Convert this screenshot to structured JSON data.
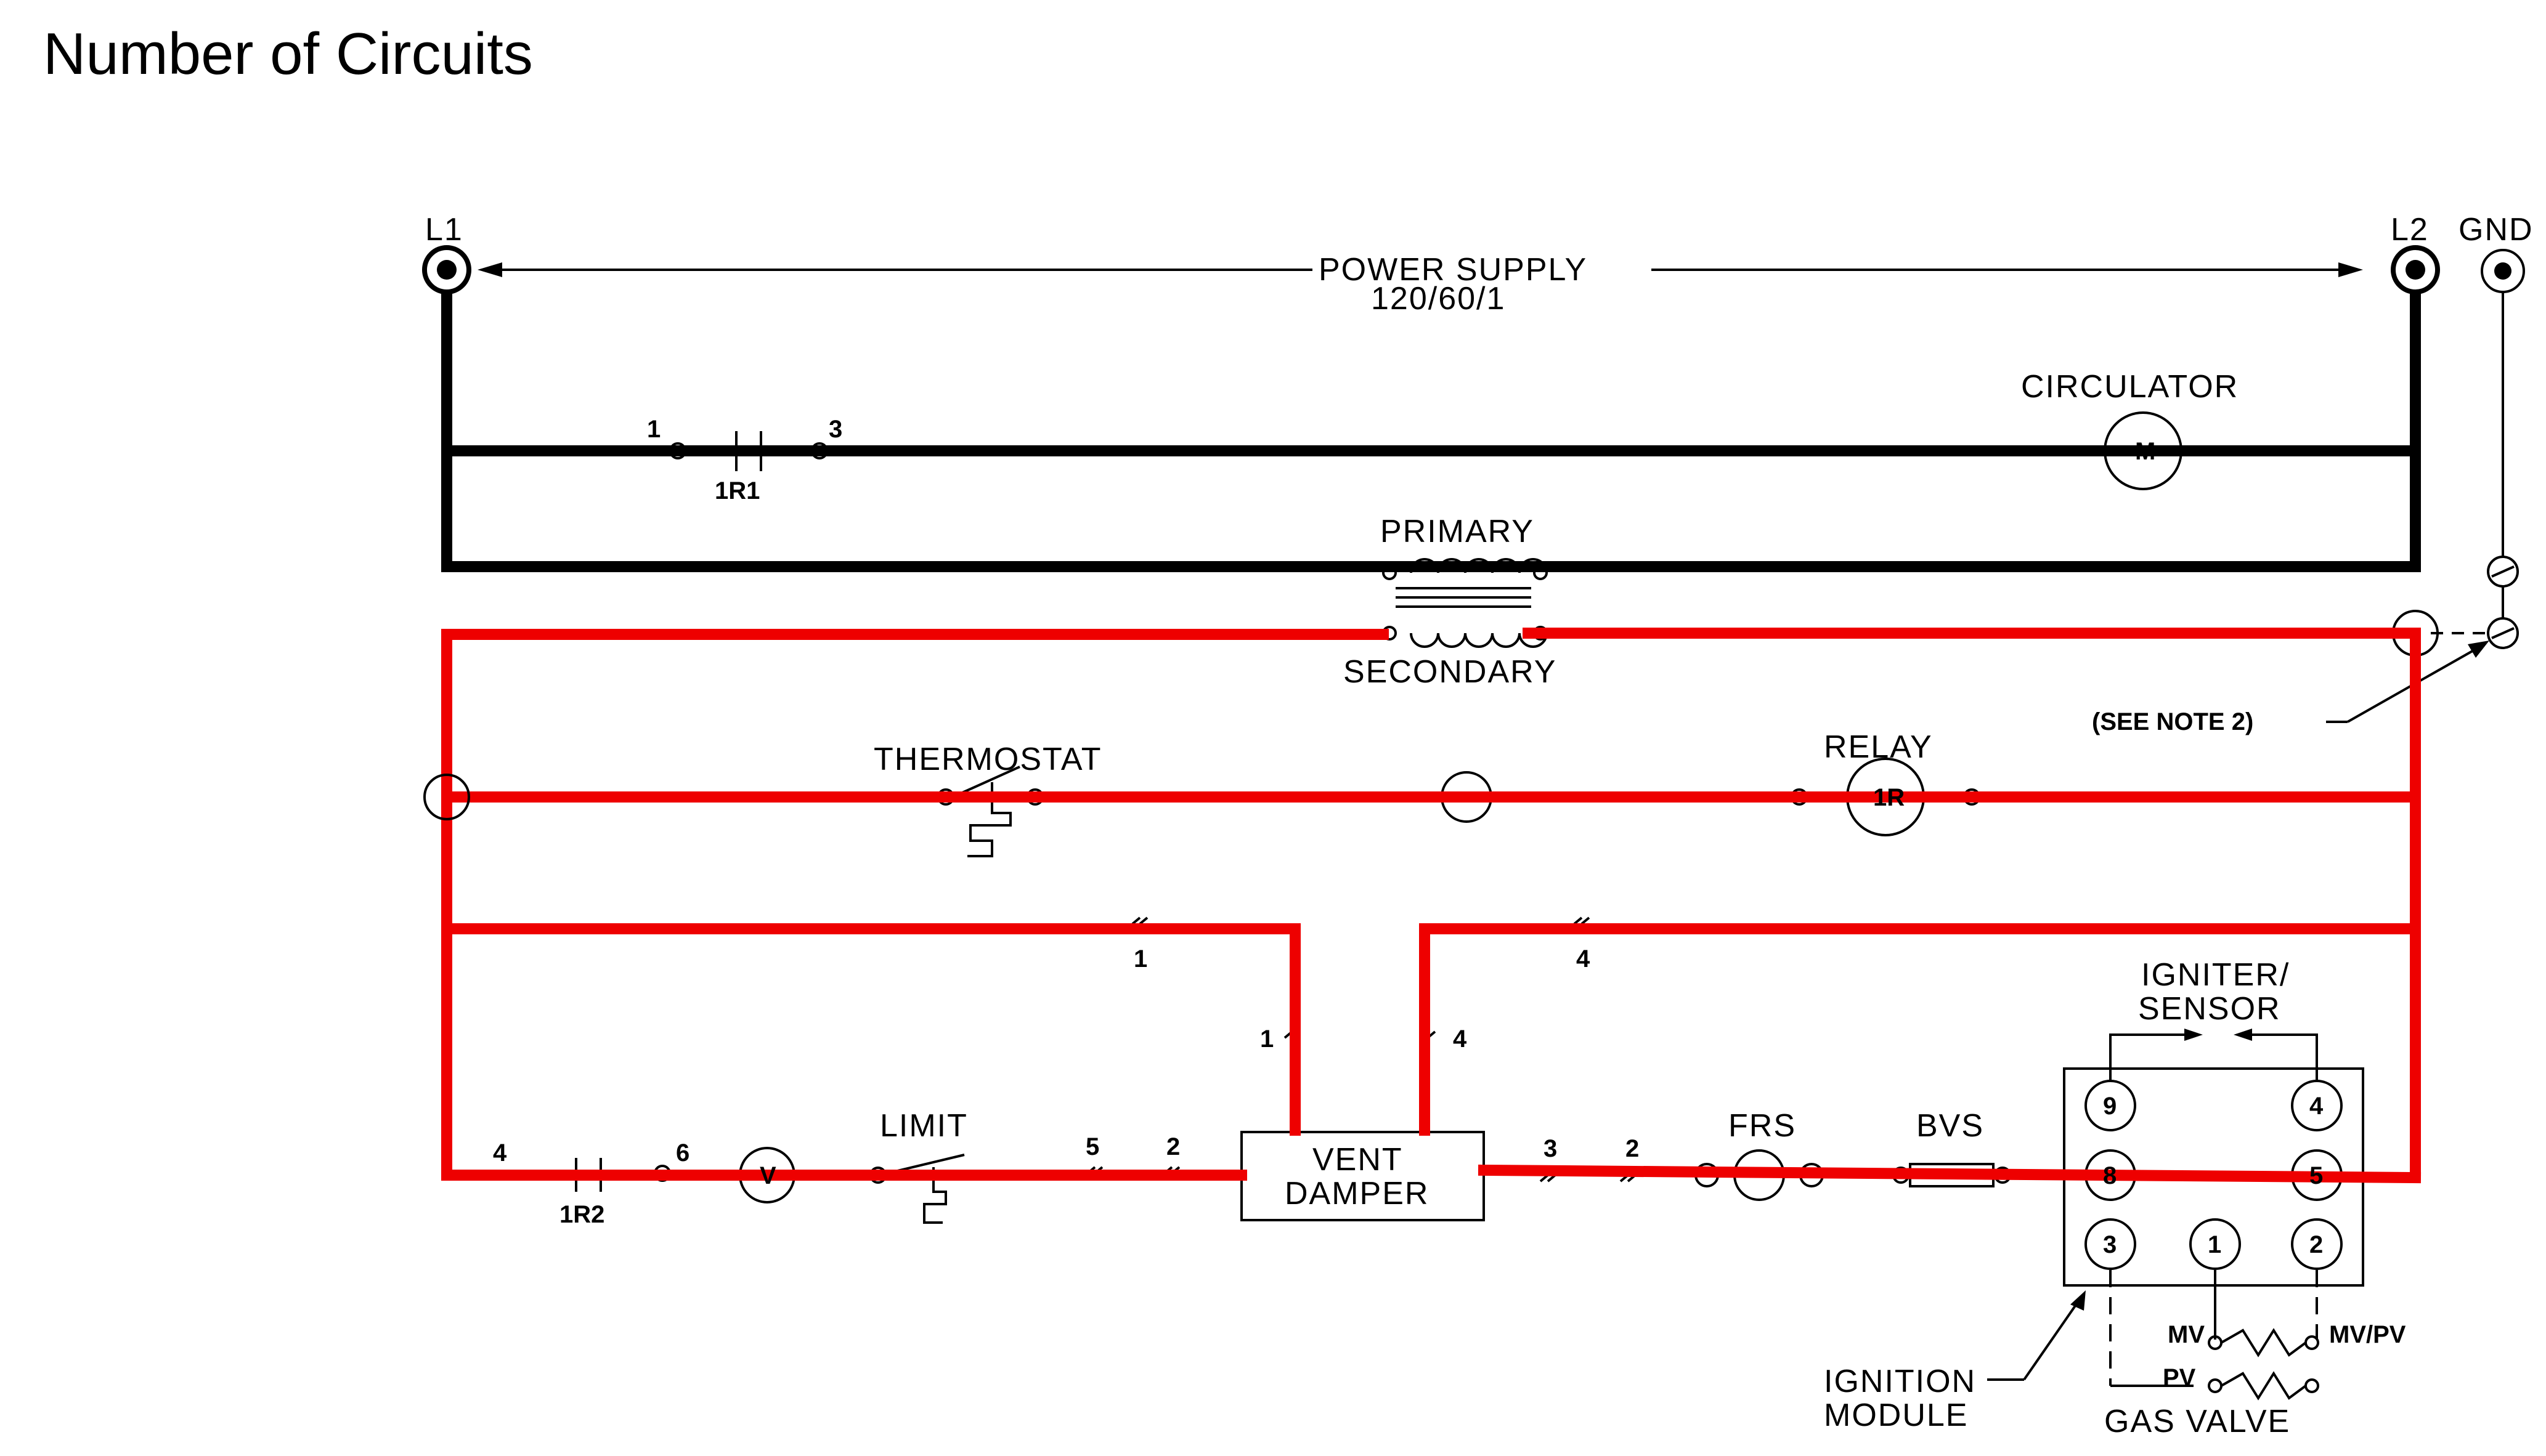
{
  "title": "Number of Circuits",
  "colors": {
    "black_circuit": "#000000",
    "red_circuit": "#ee0000"
  },
  "labels": {
    "l1": "L1",
    "l2": "L2",
    "gnd": "GND",
    "power_supply": "POWER SUPPLY",
    "power_rating": "120/60/1",
    "circulator": "CIRCULATOR",
    "primary": "PRIMARY",
    "secondary": "SECONDARY",
    "see_note": "(SEE NOTE 2)",
    "thermostat": "THERMOSTAT",
    "relay": "RELAY",
    "igniter_sensor_1": "IGNITER/",
    "igniter_sensor_2": "SENSOR",
    "limit": "LIMIT",
    "vent": "VENT",
    "damper": "DAMPER",
    "frs": "FRS",
    "bvs": "BVS",
    "ignition": "IGNITION",
    "module": "MODULE",
    "gas_valve": "GAS VALVE",
    "mv": "MV",
    "mv_pv": "MV/PV",
    "pv": "PV",
    "contact_1r1": "1R1",
    "contact_1r2": "1R2",
    "relay_coil": "1R",
    "circulator_motor": "M",
    "vent_motor": "V"
  },
  "terminal_numbers": {
    "r1_left": "1",
    "r1_right": "3",
    "r2_left": "4",
    "r2_right": "6",
    "damper_left_top": "1",
    "damper_left_lower": "1",
    "damper_right_top": "4",
    "damper_right_lower": "4",
    "limit_a": "5",
    "limit_b": "2",
    "frs_a": "3",
    "frs_b": "2"
  },
  "module_terminals": [
    "9",
    "4",
    "8",
    "5",
    "3",
    "1",
    "2"
  ]
}
